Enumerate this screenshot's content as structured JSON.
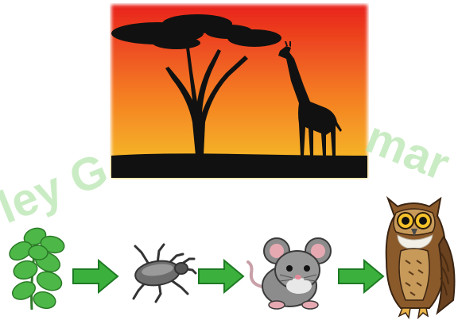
{
  "watermark": {
    "left_text": "ley G",
    "right_text": "mar"
  },
  "colors": {
    "sky_top": "#e8231e",
    "sky_mid": "#f47a22",
    "sky_bottom": "#f6c52b",
    "silhouette": "#111111",
    "arrow_green": "#3cb03c",
    "arrow_outline": "#1e7a24",
    "leaf_green": "#4db848",
    "watermark_green": "#b8e6b0"
  },
  "icons": {
    "scene": "savanna-sunset-scene",
    "tree": "acacia-tree-icon",
    "giraffe": "giraffe-icon",
    "leaves": "leaves-icon",
    "beetle": "beetle-icon",
    "mouse": "mouse-icon",
    "owl": "owl-icon",
    "arrow": "right-arrow-icon"
  }
}
